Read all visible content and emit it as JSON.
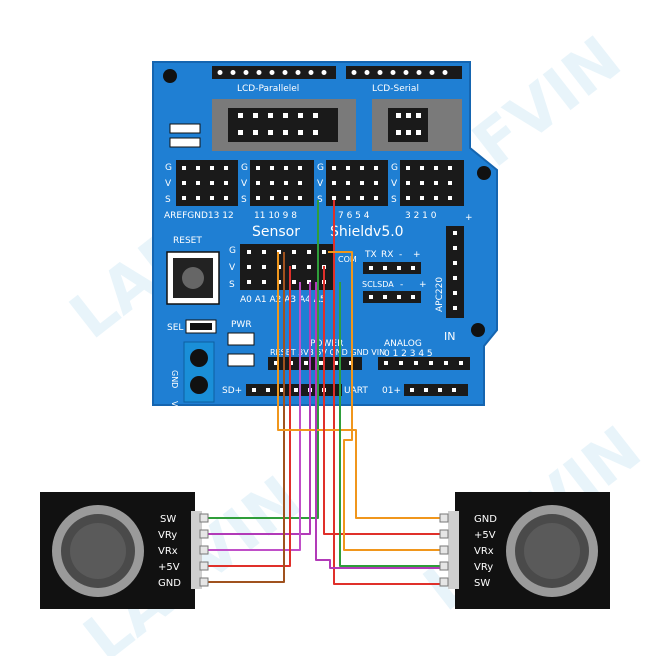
{
  "watermark": "LAFVIN",
  "shield": {
    "lcd_parallel": "LCD-Parallelel",
    "lcd_serial": "LCD-Serial",
    "reset": "RESET",
    "sensor": "Sensor",
    "shield_version": "Shieldv5.0",
    "gvs": [
      "G",
      "V",
      "S"
    ],
    "digital_left": "AREFGND13 12",
    "digital_mid": "11 10 9  8",
    "digital_right_a": "7  6  5  4",
    "digital_right_b": "3  2  1  0",
    "plus": "+",
    "tx": "TX",
    "rx": "RX",
    "minus": "-",
    "com": "COM",
    "scl_sda": "SCLSDA",
    "apc220": "APC220",
    "analog_row": "A0  A1  A2  A3  A4  A5",
    "sel": "SEL",
    "pwr": "PWR",
    "gnd": "GND",
    "vcc": "VCC",
    "power": "POWER",
    "power_pins": "RESET  3V3  5V  GND  GND  VIN",
    "analog": "ANALOG",
    "analog_nums": "0  1  2  3  4  5",
    "in": "IN",
    "sd": "SD+",
    "uart": "UART",
    "zero_one": "01+"
  },
  "joystick_left": {
    "pins": [
      "SW",
      "VRy",
      "VRx",
      "+5V",
      "GND"
    ]
  },
  "joystick_right": {
    "pins": [
      "GND",
      "+5V",
      "VRx",
      "VRy",
      "SW"
    ]
  },
  "colors": {
    "board": "#1f7fd3",
    "board_edge": "#1565b0",
    "header": "#1a1a1a",
    "joystick_body": "#111111",
    "wire_orange": "#f0961c",
    "wire_brown": "#a0521e",
    "wire_red": "#e0302a",
    "wire_green": "#2f9e3a",
    "wire_purple": "#b23ab8"
  }
}
